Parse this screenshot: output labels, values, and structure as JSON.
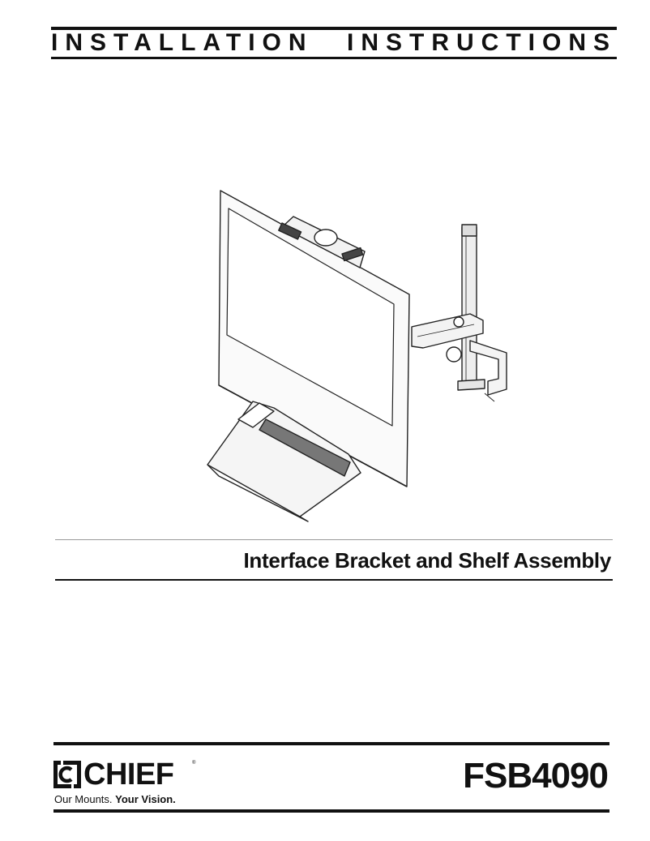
{
  "header": {
    "title_words": [
      "INSTALLATION",
      "INSTRUCTIONS"
    ]
  },
  "illustration": {
    "description_icon": "monitor-with-camera-arm-and-shelf-illustration"
  },
  "product": {
    "subtitle": "Interface Bracket and Shelf Assembly",
    "model": "FSB4090"
  },
  "brand": {
    "name": "CHIEF",
    "tm": "®",
    "tagline_regular": "Our Mounts.",
    "tagline_bold": "Your Vision."
  }
}
